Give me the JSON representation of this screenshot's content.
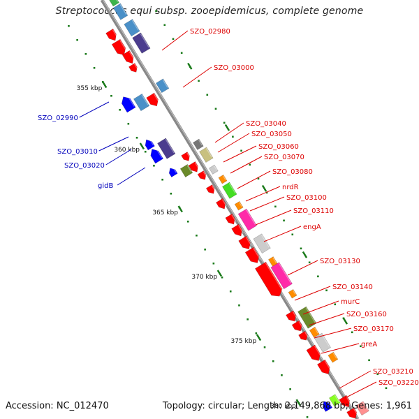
{
  "title": "Streptococcus equi subsp. zooepidemicus, complete genome",
  "footer": {
    "accession": "Accession: NC_012470",
    "summary": "Topology: circular; Length: 2,149,868 bp; Genes: 1,961"
  },
  "scale_labels": [
    "355 kbp",
    "360 kbp",
    "365 kbp",
    "370 kbp",
    "375 kbp",
    "380 kbp"
  ],
  "colors": {
    "backbone": "#888888",
    "tick": "#1a7a1a",
    "forward_label": "#dd0000",
    "reverse_label": "#0000bb",
    "red_gene": "#ff0000",
    "blue_gene": "#0000ff",
    "steel_gene": "#4a90c8",
    "purple_gene": "#4b3c8e",
    "olive_gene": "#6a8a2a",
    "pink_gene": "#ff2aa8",
    "orange_gene": "#ff8c00",
    "lightgreen_gene": "#44dd22",
    "gray_gene": "#bbbbbb",
    "khaki_gene": "#c8c080"
  },
  "reverse_labels": [
    "SZO_02990",
    "SZO_03010",
    "SZO_03020",
    "gidB"
  ],
  "forward_labels": [
    "SZO_02980",
    "SZO_03000",
    "SZO_03040",
    "SZO_03050",
    "SZO_03060",
    "SZO_03070",
    "SZO_03080",
    "nrdR",
    "SZO_03100",
    "SZO_03110",
    "engA",
    "SZO_03130",
    "SZO_03140",
    "murC",
    "SZO_03160",
    "SZO_03170",
    "greA",
    "SZO_03210",
    "SZO_03220"
  ]
}
